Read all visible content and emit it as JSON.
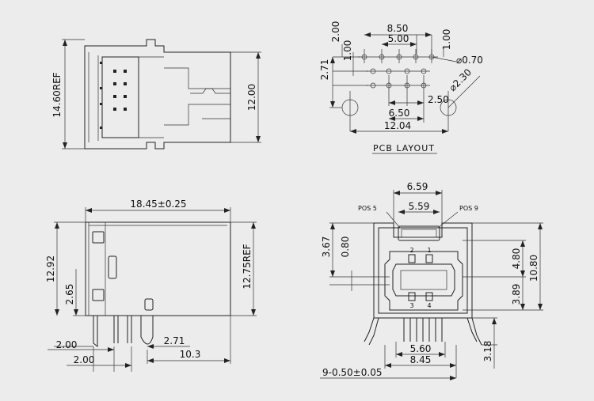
{
  "top_left": {
    "width_ref": "14.60REF",
    "height": "12.00"
  },
  "pcb_layout": {
    "title": "PCB LAYOUT",
    "d_8_50": "8.50",
    "d_5_00": "5.00",
    "d_2_00": "2.00",
    "d_1_00_left": "1.00",
    "d_1_00_right": "1.00",
    "d_2_71": "2.71",
    "hole_small": "⌀0.70",
    "hole_large": "⌀2.30",
    "d_2_50": "2.50",
    "d_6_50": "6.50",
    "d_12_04": "12.04"
  },
  "side_view": {
    "length": "18.45±0.25",
    "height_left": "12.92",
    "height_ref": "12.75REF",
    "d_2_65": "2.65",
    "d_2_00_a": "2.00",
    "d_2_00_b": "2.00",
    "d_2_71": "2.71",
    "d_10_3": "10.3"
  },
  "front_view": {
    "d_6_59": "6.59",
    "d_5_59": "5.59",
    "pos5": "POS 5",
    "pos9": "POS 9",
    "d_3_67": "3.67",
    "d_0_80": "0.80",
    "d_4_80": "4.80",
    "d_10_80": "10.80",
    "d_3_89": "3.89",
    "d_5_60": "5.60",
    "d_8_45": "8.45",
    "d_3_18": "3.18",
    "pitch": "9-0.50±0.05",
    "pin1": "1",
    "pin2": "2",
    "pin3": "3",
    "pin4": "4"
  }
}
